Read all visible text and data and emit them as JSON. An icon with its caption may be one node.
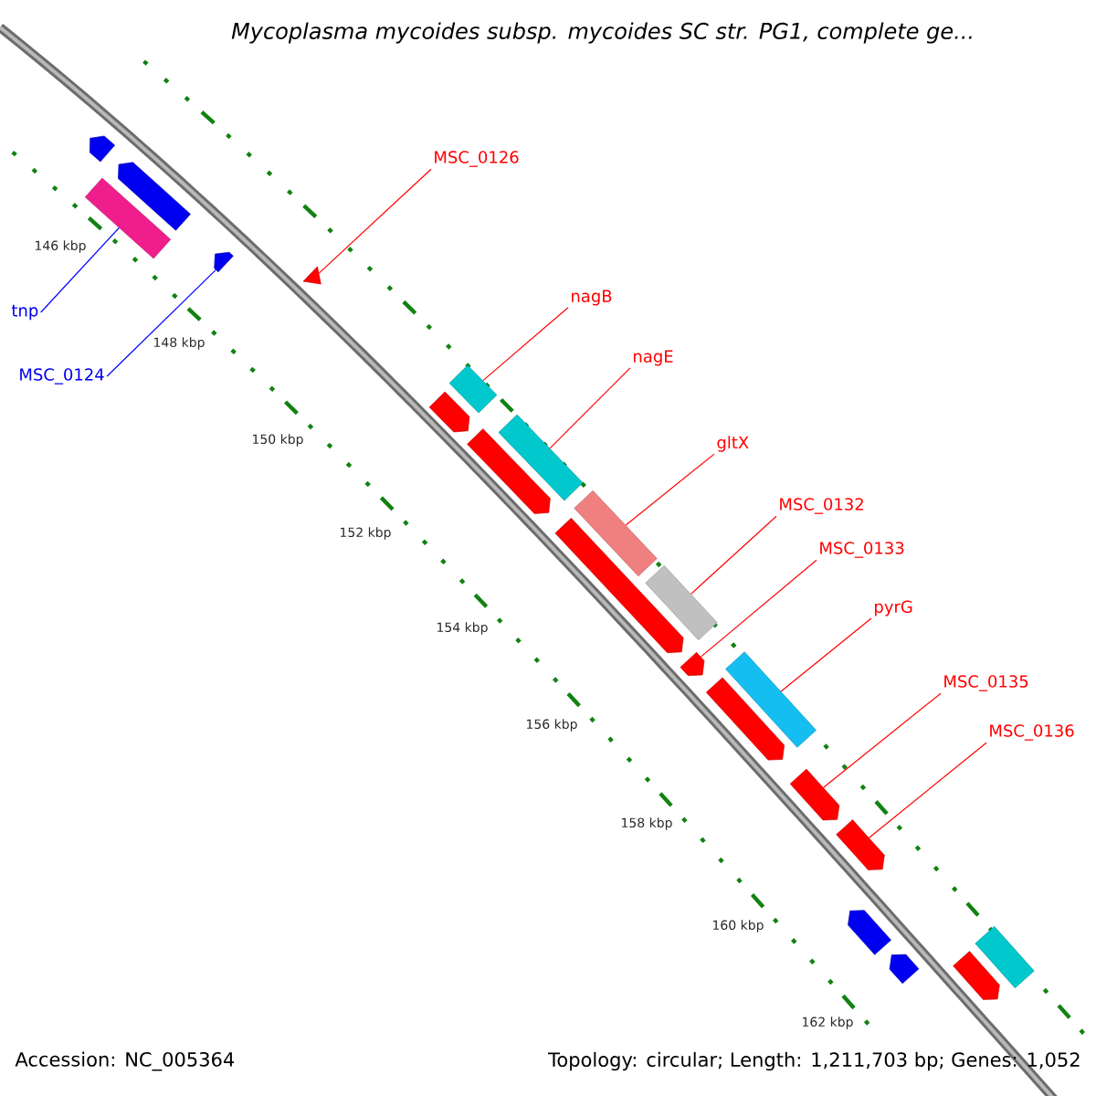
{
  "diagram": {
    "title": "Mycoplasma mycoides subsp. mycoides SC str. PG1, complete ge...",
    "nodes": [
      {
        "text": [
          "MSC_0126"
        ]
      },
      {
        "text": [],
        "shape": "triangle"
      },
      {
        "text": [
          "nagB"
        ]
      },
      {
        "text": [],
        "shape": "bar"
      },
      {
        "text": [
          "nagE"
        ]
      },
      {
        "text": [],
        "shape": "bar"
      },
      {
        "text": [
          "gltX"
        ]
      },
      {
        "text": [],
        "shape": "bar"
      },
      {
        "text": [
          "MSC_0132"
        ]
      },
      {
        "text": [],
        "shape": "bar"
      },
      {
        "text": [
          "MSC_0133"
        ]
      },
      {
        "text": [],
        "shape": "arrow"
      },
      {
        "text": [
          "pyrG"
        ]
      },
      {
        "text": [],
        "shape": "bar"
      },
      {
        "text": [
          "MSC_0135"
        ]
      },
      {
        "text": [],
        "shape": "arrow"
      },
      {
        "text": [
          "MSC_0136"
        ]
      },
      {
        "text": [],
        "shape": "arrow"
      },
      {
        "text": [
          "tnp"
        ]
      },
      {
        "text": [],
        "shape": "bar"
      },
      {
        "text": [
          "MSC_0124"
        ]
      },
      {
        "text": [],
        "shape": "arrow"
      },
      {
        "text": [],
        "shape": "arrow"
      },
      {
        "text": [],
        "shape": "arrow"
      },
      {
        "text": [],
        "shape": "arrow"
      },
      {
        "text": [],
        "shape": "arrow"
      },
      {
        "text": [],
        "shape": "arrow"
      },
      {
        "text": [],
        "shape": "arrow"
      },
      {
        "text": [],
        "shape": "arrow"
      },
      {
        "text": [],
        "shape": "arrow"
      },
      {
        "text": [],
        "shape": "bar"
      },
      {
        "text": [],
        "shape": "arrow"
      }
    ],
    "edges": [
      {
        "from": 0,
        "to": 1,
        "arrow": "none"
      },
      {
        "from": 2,
        "to": 3,
        "arrow": "none"
      },
      {
        "from": 4,
        "to": 5,
        "arrow": "none"
      },
      {
        "from": 6,
        "to": 7,
        "arrow": "none"
      },
      {
        "from": 8,
        "to": 9,
        "arrow": "none"
      },
      {
        "from": 10,
        "to": 11,
        "arrow": "none"
      },
      {
        "from": 12,
        "to": 13,
        "arrow": "none"
      },
      {
        "from": 14,
        "to": 15,
        "arrow": "none"
      },
      {
        "from": 16,
        "to": 17,
        "arrow": "none"
      },
      {
        "from": 18,
        "to": 19,
        "arrow": "none",
        "color": "#0000ff"
      },
      {
        "from": 20,
        "to": 21,
        "arrow": "none",
        "color": "#0000ff"
      }
    ],
    "labels": [
      "146 kbp",
      "148 kbp",
      "150 kbp",
      "152 kbp",
      "154 kbp",
      "156 kbp",
      "158 kbp",
      "160 kbp",
      "162 kbp",
      "Accession: NC_005364",
      "Topology: circular; Length: 1,211,703 bp; Genes: 1,052"
    ]
  }
}
